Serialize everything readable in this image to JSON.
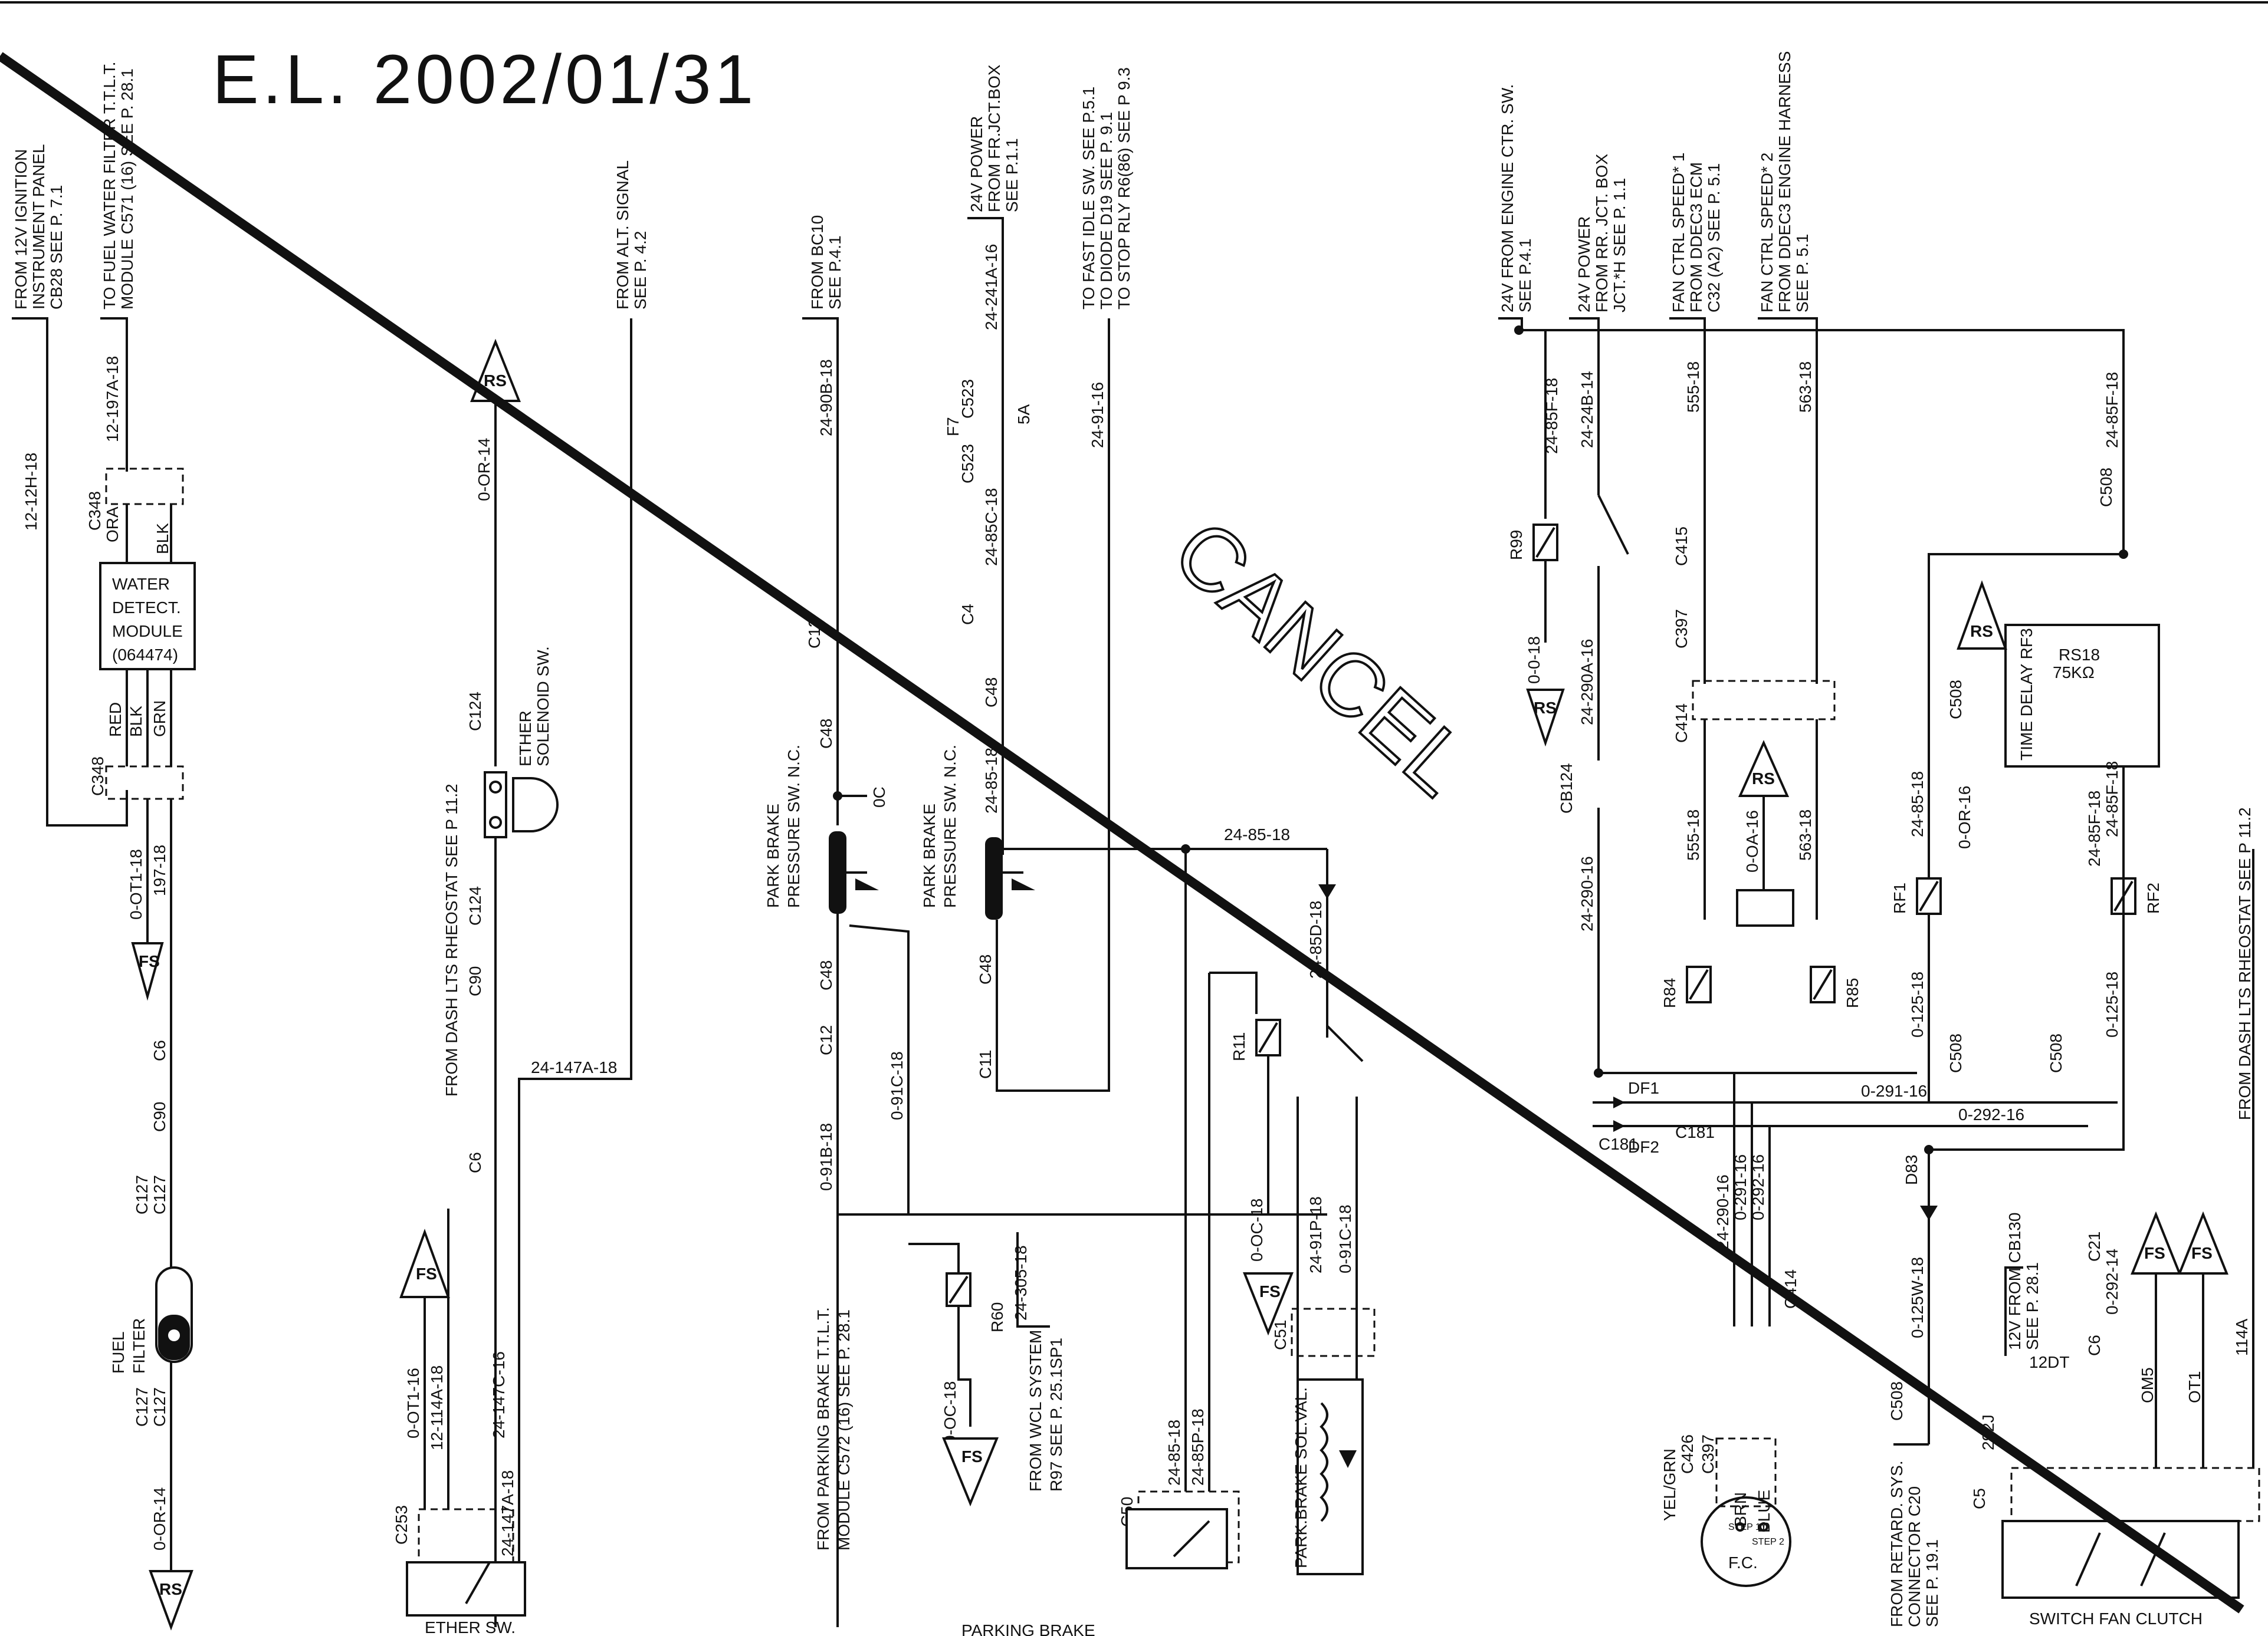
{
  "header": {
    "date_stamp": "E.L. 2002/01/31",
    "cancel_stamp": "CANCEL"
  },
  "wire_labels": {
    "w12_12h": "12-12H-18",
    "w12_197a": "12-197A-18",
    "w0_0t1_18": "0-OT1-18",
    "w197_18": "197-18",
    "w0_0r_14": "0-OR-14",
    "w0_0r_14b": "0-OR-14",
    "w24_147a": "24-147A-18",
    "w24_147a_b": "24-147A-18",
    "w24_147c": "24-147C-16",
    "w12_114a": "12-114A-18",
    "w0_0t1_16": "0-OT1-16",
    "w24_90b": "24-90B-18",
    "w24_241a": "24-241A-16",
    "w24_85c": "24-85C-18",
    "w24_91": "24-91-16",
    "w24_85_18a": "24-85-18",
    "w24_85_18b": "24-85-18",
    "w24_85_18c": "24-85-18",
    "w24_85d": "24-85D-18",
    "w0_91b": "0-91B-18",
    "w0_91c": "0-91C-18",
    "w0_91c_b": "0-91C-18",
    "w24_305": "24-305-18",
    "w0_0c_18a": "0-OC-18",
    "w0_0c_18b": "0-OC-18",
    "w24_91p": "24-91P-18",
    "w24_85p": "24-85P-18",
    "w24_85f_a": "24-85F-18",
    "w24_85f_b": "24-85F-18",
    "w24_85f_c": "24-85F-18",
    "w24_85f_d": "24-85F-18",
    "w24_24b": "24-24B-14",
    "w555_a": "555-18",
    "w555_b": "555-18",
    "w563_a": "563-18",
    "w563_b": "563-18",
    "w0_0_18": "0-0-18",
    "w24_290a": "24-290A-16",
    "w24_290": "24-290-16",
    "w24_290_b": "24-290-16",
    "w0_0a_16": "0-OA-16",
    "w0_291": "0-291-16",
    "w0_291_b": "0-291-16",
    "w0_292": "0-292-16",
    "w0_292_b": "0-292-16",
    "w0_292_14": "0-292-14",
    "w0_0r_16": "0-OR-16",
    "w0_125": "0-125-18",
    "w0_125_b": "0-125-18",
    "w0_125w": "0-125W-18",
    "w114a": "114A",
    "w0m5": "OM5",
    "w0t1": "OT1",
    "w12dt": "12DT",
    "w292j": "292J"
  },
  "notes": {
    "from_12v_ignition": [
      "FROM 12V IGNITION",
      "INSTRUMENT PANEL",
      "CB28 SEE P. 7.1"
    ],
    "to_fuel_water": [
      "TO FUEL WATER FILTER T.T.L.T.",
      "MODULE C571 (16) SEE P. 28.1"
    ],
    "from_alt_signal": [
      "FROM ALT. SIGNAL",
      "SEE P. 4.2"
    ],
    "from_bc10": [
      "FROM BC10",
      "SEE P.4.1"
    ],
    "power_24v_fr": [
      "24V POWER",
      "FROM FR.JCT.BOX",
      "SEE P.1.1"
    ],
    "to_fast_idle": [
      "TO FAST IDLE SW. SEE P.5.1",
      "TO DIODE D19 SEE P. 9.1",
      "TO STOP RLY R6(86) SEE P 9.3"
    ],
    "from_engine_ctr": [
      "24V FROM ENGINE CTR. SW.",
      "SEE P.4.1"
    ],
    "power_24v_rr": [
      "24V POWER",
      "FROM RR. JCT. BOX",
      "JCT.*H SEE P. 1.1"
    ],
    "fan_ctrl_1": [
      "FAN CTRL SPEED* 1",
      "FROM DDEC3 ECM",
      "C32 (A2) SEE P. 5.1"
    ],
    "fan_ctrl_2": [
      "FAN CTRL SPEED* 2",
      "FROM DDEC3 ENGINE HARNESS",
      "SEE P. 5.1"
    ],
    "from_dash_lts_1": "FROM DASH LTS RHEOSTAT SEE P 11.2",
    "from_dash_lts_2": "FROM DASH LTS RHEOSTAT SEE P 11.2",
    "from_parking_brake": [
      "FROM PARKING BRAKE T.T.L.T.",
      "MODULE C572 (16) SEE P. 28.1"
    ],
    "from_wcl": [
      "FROM WCL SYSTEM",
      "R97 SEE P. 25.1SP1"
    ],
    "from_retard": [
      "FROM RETARD. SYS.",
      "CONNECTOR C20",
      "SEE P. 19.1"
    ],
    "from_cb130": [
      "12V FROM CB130",
      "SEE P. 28.1"
    ]
  },
  "components": {
    "water_module": [
      "WATER",
      "DETECT.",
      "MODULE",
      "(064474)"
    ],
    "fuel_filter": [
      "FUEL",
      "FILTER"
    ],
    "ether_solenoid": [
      "ETHER",
      "SOLENOID SW."
    ],
    "ether_sw": "ETHER SW.",
    "park_brake_sw_1": [
      "PARK BRAKE",
      "PRESSURE SW. N.C."
    ],
    "park_brake_sw_2": [
      "PARK BRAKE",
      "PRESSURE SW. N.C."
    ],
    "park_brake_sol": "PARK.BRAKE SOL.VAL.",
    "time_delay": "TIME DELAY RF3",
    "rs18": [
      "RS18",
      "75KΩ"
    ],
    "fan_clutch": "SWITCH FAN CLUTCH",
    "fc_motor": "F.C.",
    "fuse_f7": "F7",
    "fuse_rating": "5A",
    "page_footer": "PARKING BRAKE"
  },
  "refs": {
    "c348": "C348",
    "c348b": "C348",
    "c6": "C6",
    "c90": "C90",
    "c127a": "C127",
    "c127b": "C127",
    "c127c": "C127",
    "c127d": "C127",
    "c124a": "C124",
    "c124b": "C124",
    "c90b": "C90",
    "c6b": "C6",
    "c253": "C253",
    "c48a": "C48",
    "c48b": "C48",
    "c48c": "C48",
    "c48d": "C48",
    "c12a": "C12",
    "c12b": "C12",
    "c4": "C4",
    "c523a": "C523",
    "c523b": "C523",
    "c11": "C11",
    "c50": "C50",
    "c51": "C51",
    "r11": "R11",
    "r60": "R60",
    "r99": "R99",
    "r84": "R84",
    "r85": "R85",
    "rf1": "RF1",
    "rf2": "RF2",
    "cb124": "CB124",
    "c415": "C415",
    "c397": "C397",
    "c414": "C414",
    "c414b": "C414",
    "c508a": "C508",
    "c508b": "C508",
    "c508c": "C508",
    "c508d": "C508",
    "c508e": "C508",
    "c181a": "C181",
    "c181b": "C181",
    "df1": "DF1",
    "df2": "DF2",
    "d83": "D83",
    "c426": "C426",
    "c397b": "C397",
    "c21": "C21",
    "c6c": "C6",
    "c5": "C5",
    "zero_c": "0C",
    "yel_grn": "YEL/GRN",
    "brn": "BRN",
    "blue": "BLUE",
    "ora": "ORA",
    "blk": "BLK",
    "red": "RED",
    "blk2": "BLK",
    "grn": "GRN",
    "step1": "STEP 1",
    "step2": "STEP 2",
    "rs": "RS",
    "fs": "FS"
  }
}
